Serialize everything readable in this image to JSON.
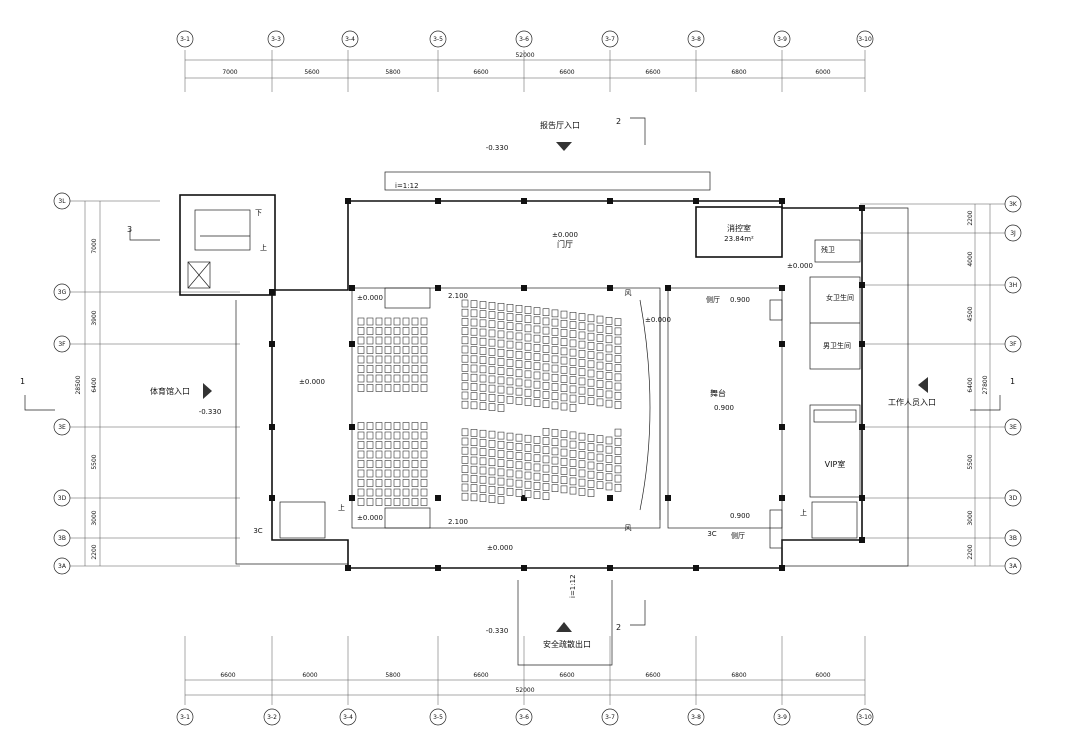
{
  "axes_top": [
    "3-1",
    "3-3",
    "3-4",
    "3-5",
    "3-6",
    "3-7",
    "3-8",
    "3-9",
    "3-10"
  ],
  "axes_bottom": [
    "3-1",
    "3-2",
    "3-4",
    "3-5",
    "3-6",
    "3-7",
    "3-8",
    "3-9",
    "3-10"
  ],
  "axes_left": [
    "3L",
    "3G",
    "3F",
    "3E",
    "3D",
    "3B",
    "3A"
  ],
  "axes_right": [
    "3K",
    "3J",
    "3H",
    "3F",
    "3E",
    "3D",
    "3B",
    "3A"
  ],
  "dims_top": [
    "7000",
    "5600",
    "5800",
    "6600",
    "6600",
    "6600",
    "6800",
    "6000"
  ],
  "dims_bottom": [
    "6600",
    "6000",
    "5800",
    "6600",
    "6600",
    "6600",
    "6800",
    "6000"
  ],
  "total_top": "52000",
  "total_bottom": "52000",
  "dims_left": [
    "7000",
    "3900",
    "6400",
    "5500",
    "3000",
    "2200"
  ],
  "total_left": "28500",
  "dims_right": [
    "2200",
    "4000",
    "4500",
    "6400",
    "5500",
    "3000",
    "2200"
  ],
  "total_right": "27800",
  "rooms": {
    "entrance_top": "报告厅入口",
    "foyer": "门厅",
    "control_room": "消控室",
    "control_area": "23.84m²",
    "stage": "舞台",
    "side_hall": "侧厅",
    "gym_entrance": "体育馆入口",
    "staff_entrance": "工作人员入口",
    "vip": "VIP室",
    "female_wc": "女卫生间",
    "male_wc": "男卫生间",
    "wc": "残卫",
    "exit_bottom": "安全疏散出口",
    "wind": "风"
  },
  "levels": {
    "zero": "±0.000",
    "minus": "-0.330",
    "stage": "0.900",
    "rear": "2.100"
  },
  "section_marks": [
    "1",
    "2",
    "3"
  ],
  "slope": "i=1:12",
  "stair_dir": [
    "上",
    "下"
  ],
  "grid_tag": "3C"
}
